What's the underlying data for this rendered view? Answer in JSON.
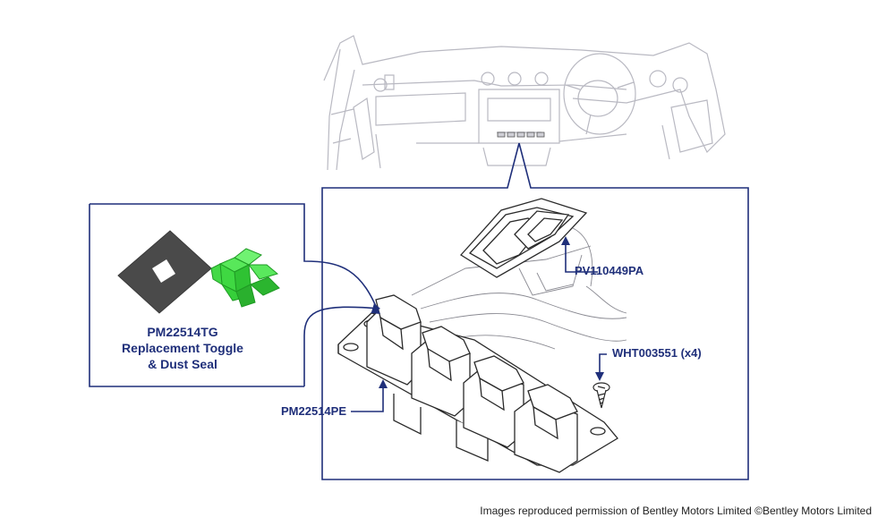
{
  "labels": {
    "pv110449pa": "PV110449PA",
    "wht003551": "WHT003551 (x4)",
    "pm22514pe": "PM22514PE",
    "pm22514tg_code": "PM22514TG",
    "pm22514tg_line1": "Replacement Toggle",
    "pm22514tg_line2": "& Dust Seal"
  },
  "credit": "Images reproduced permission of Bentley Motors Limited ©Bentley Motors Limited",
  "colors": {
    "callout_line": "#1f2f7a",
    "label_text": "#1f2f7a",
    "sketch": "#b8b8c0",
    "part_line": "#2a2a2a",
    "dust_seal": "#4a4a4a",
    "toggle_green": "#37d63a"
  }
}
